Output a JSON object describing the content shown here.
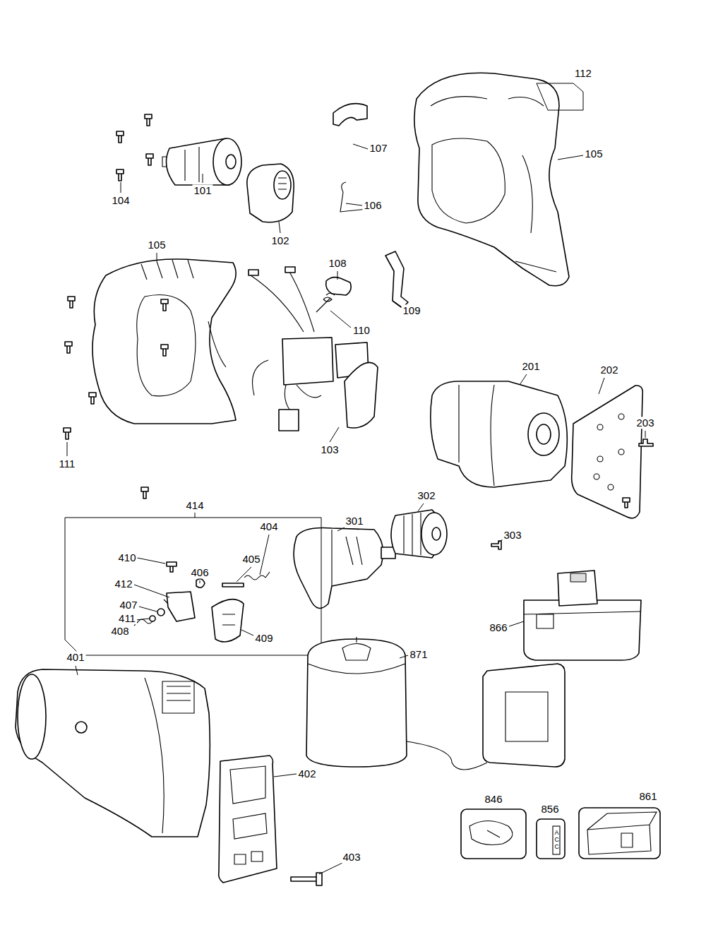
{
  "diagram": {
    "labels": [
      "112",
      "107",
      "105",
      "106",
      "104",
      "101",
      "102",
      "105",
      "108",
      "109",
      "110",
      "201",
      "202",
      "203",
      "111",
      "103",
      "414",
      "301",
      "302",
      "404",
      "410",
      "406",
      "405",
      "303",
      "412",
      "407",
      "409",
      "408",
      "411",
      "866",
      "871",
      "401",
      "402",
      "403",
      "846",
      "856",
      "861",
      "ACC"
    ]
  }
}
